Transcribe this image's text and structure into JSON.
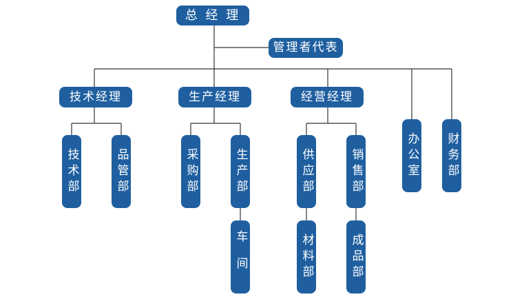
{
  "colors": {
    "box": "#1f5fa0",
    "line": "#333333",
    "text": "#ffffff"
  },
  "nodes": {
    "general_manager": "总 经 理",
    "mgmt_rep": "管理者代表",
    "tech_manager": "技术经理",
    "prod_manager": "生产经理",
    "biz_manager": "经营经理",
    "tech_dept": "技术部",
    "quality_dept": "品管部",
    "purchase_dept": "采购部",
    "production_dept": "生产部",
    "workshop": "车间",
    "supply_dept": "供应部",
    "materials_dept": "材料部",
    "sales_dept": "销售部",
    "finished_goods_dept": "成品部",
    "office": "办公室",
    "finance_dept": "财务部"
  }
}
